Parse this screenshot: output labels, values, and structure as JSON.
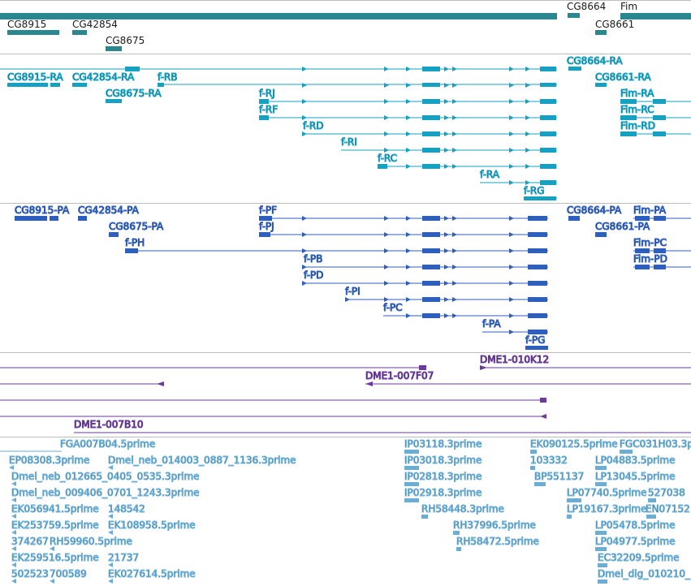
{
  "colors": {
    "genes": "#2a878f",
    "transcripts": "#16a0c2",
    "proteins": "#2f5fbd",
    "clones": "#6a3b9c",
    "ests": "#6aaed6",
    "separator": "#bdbdbd",
    "label": "#1a1a1a"
  },
  "tracks": {
    "genes": {
      "labels": {
        "cg8915": "CG8915",
        "cg42854": "CG42854",
        "cg8675": "CG8675",
        "cg8664": "CG8664",
        "fim": "Fim",
        "cg8661": "CG8661"
      }
    },
    "transcripts": {
      "labels": {
        "cg8915_ra": "CG8915-RA",
        "cg42854_ra": "CG42854-RA",
        "f_rb": "f-RB",
        "cg8675_ra": "CG8675-RA",
        "f_rj": "f-RJ",
        "f_rf": "f-RF",
        "f_rd": "f-RD",
        "f_ri": "f-RI",
        "f_rc": "f-RC",
        "f_ra": "f-RA",
        "f_rg": "f-RG",
        "cg8664_ra": "CG8664-RA",
        "cg8661_ra": "CG8661-RA",
        "fim_ra": "Fim-RA",
        "fim_rc": "Fim-RC",
        "fim_rd": "Fim-RD"
      }
    },
    "proteins": {
      "labels": {
        "cg8915_pa": "CG8915-PA",
        "cg42854_pa": "CG42854-PA",
        "cg8675_pa": "CG8675-PA",
        "f_pf": "f-PF",
        "f_pj": "f-PJ",
        "f_ph": "f-PH",
        "f_pb": "f-PB",
        "f_pd": "f-PD",
        "f_pi": "f-PI",
        "f_pc": "f-PC",
        "f_pa": "f-PA",
        "f_pg": "f-PG",
        "cg8664_pa": "CG8664-PA",
        "cg8661_pa": "CG8661-PA",
        "fim_pa": "Fim-PA",
        "fim_pc": "Fim-PC",
        "fim_pd": "Fim-PD"
      }
    },
    "clones": {
      "labels": {
        "dme1_010k12": "DME1-010K12",
        "dme1_007f07": "DME1-007F07",
        "dme1_007b10": "DME1-007B10"
      }
    },
    "ests": {
      "labels": {
        "fga": "FGA007B04.5prime",
        "ep08308": "EP08308.3prime",
        "neb014003": "Dmel_neb_014003_0887_1136.3prime",
        "neb012665": "Dmel_neb_012665_0405_0535.3prime",
        "neb009406": "Dmel_neb_009406_0701_1243.3prime",
        "ek056941": "EK056941.5prime",
        "n148542": "148542",
        "ek253759": "EK253759.5prime",
        "ek108958": "EK108958.5prime",
        "n374267": "374267",
        "rh59960": "RH59960.5prime",
        "ek259516": "EK259516.5prime",
        "n21737": "21737",
        "n502523": "502523",
        "n700589": "700589",
        "ek027614": "EK027614.5prime",
        "ip03118": "IP03118.3prime",
        "ip03018": "IP03018.3prime",
        "ip02818": "IP02818.3prime",
        "ip02918": "IP02918.3prime",
        "rh58448": "RH58448.3prime",
        "rh37996": "RH37996.5prime",
        "rh58472": "RH58472.5prime",
        "ek090125": "EK090125.5prime",
        "fgc031": "FGC031H03.3p",
        "n103332": "103332",
        "lp04883": "LP04883.5prime",
        "bp551137": "BP551137",
        "lp13045": "LP13045.5prime",
        "lp07740": "LP07740.5prime",
        "n527038": "527038",
        "lp19167": "LP19167.3prime",
        "en07152": "EN07152",
        "lp05478": "LP05478.5prime",
        "lp04977": "LP04977.5prime",
        "ec32209": "EC32209.5prime",
        "dig010210": "Dmel_dig_010210_"
      }
    }
  }
}
